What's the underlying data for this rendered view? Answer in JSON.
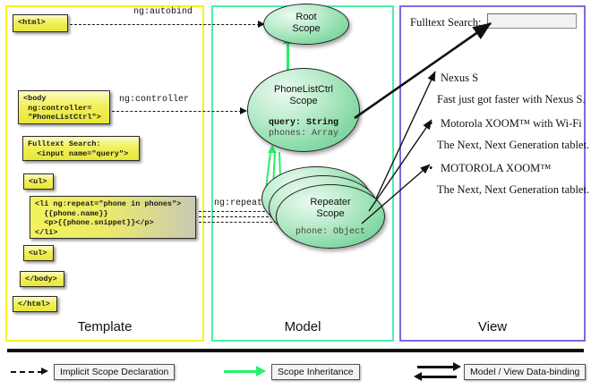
{
  "panels": {
    "template": {
      "label": "Template",
      "border_color": "#f7f11e"
    },
    "model": {
      "label": "Model",
      "border_color": "#4ef0a5"
    },
    "view": {
      "label": "View",
      "border_color": "#7a6ce0"
    }
  },
  "template_boxes": [
    {
      "id": "html-open",
      "text": "<html>"
    },
    {
      "id": "body-open",
      "text": "<body\n ng:controller=\n \"PhoneListCtrl\">"
    },
    {
      "id": "fulltext",
      "text": "Fulltext Search:\n  <input name=\"query\">"
    },
    {
      "id": "ul-open",
      "text": "<ul>"
    },
    {
      "id": "li-repeat",
      "text": "<li ng:repeat=\"phone in phones\">\n  {{phone.name}}\n  <p>{{phone.snippet}}</p>\n</li>"
    },
    {
      "id": "ul-close",
      "text": "<ul>"
    },
    {
      "id": "body-close",
      "text": "</body>"
    },
    {
      "id": "html-close",
      "text": "</html>"
    }
  ],
  "connectors": [
    {
      "id": "ng-autobind",
      "label": "ng:autobind"
    },
    {
      "id": "ng-controller",
      "label": "ng:controller"
    },
    {
      "id": "ng-repeat",
      "label": "ng:repeat"
    }
  ],
  "scopes": [
    {
      "id": "root-scope",
      "title_line1": "Root",
      "title_line2": "Scope",
      "properties": []
    },
    {
      "id": "phonelistctrl-scope",
      "title_line1": "PhoneListCtrl",
      "title_line2": "Scope",
      "properties": [
        {
          "text": "query: String",
          "emphasis": "bold"
        },
        {
          "text": "phones: Array",
          "emphasis": "dim"
        }
      ]
    },
    {
      "id": "repeater-scope",
      "title_line1": "Repeater",
      "title_line2": "Scope",
      "properties": [
        {
          "text": "phone: Object",
          "emphasis": "dim"
        }
      ]
    }
  ],
  "view": {
    "search_label": "Fulltext Search:",
    "search_value": "",
    "search_placeholder": "",
    "items": [
      {
        "name": "Nexus S",
        "snippet": "Fast just got faster with Nexus S."
      },
      {
        "name": "Motorola XOOM™  with Wi-Fi",
        "snippet": "The Next, Next Generation tablet."
      },
      {
        "name": "MOTOROLA XOOM™",
        "snippet": "The Next, Next Generation tablet."
      }
    ]
  },
  "legend": [
    {
      "id": "implicit-scope-declaration",
      "label": "Implicit Scope Declaration",
      "style": "dashed-black"
    },
    {
      "id": "scope-inheritance",
      "label": "Scope Inheritance",
      "style": "solid-green"
    },
    {
      "id": "model-view-data-binding",
      "label": "Model / View Data-binding",
      "style": "double-black"
    }
  ],
  "colors": {
    "template_border": "#f7f11e",
    "model_border": "#4ef0a5",
    "view_border": "#7a6ce0",
    "scope_green": "#84d9a4",
    "inheritance_green": "#27ef68",
    "code_yellow": "#f2f05a"
  }
}
